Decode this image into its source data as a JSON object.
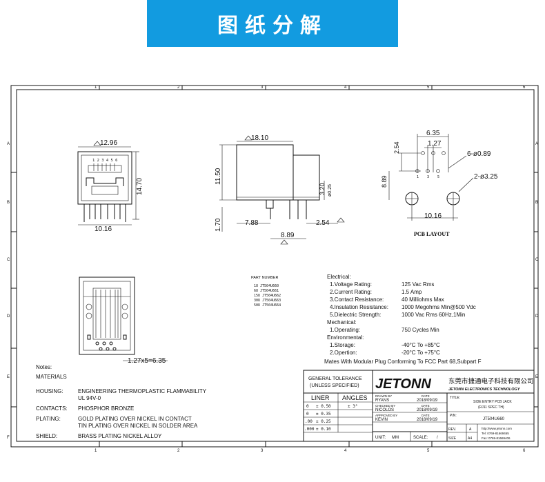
{
  "banner": {
    "title": "图纸分解"
  },
  "border": {
    "columns": [
      "1",
      "2",
      "3",
      "4",
      "5",
      "6"
    ],
    "rows": [
      "A",
      "B",
      "C",
      "D",
      "E",
      "F"
    ]
  },
  "front_view": {
    "top_dim": "12.96",
    "side_dim": "14.70",
    "bottom_dim": "10.16",
    "pins_label": "1 2 3 4 5 6"
  },
  "side_view": {
    "top_dim": "18.10",
    "height_dim": "11.50",
    "pin_dim": "1.70",
    "dim_a": "7.88",
    "dim_b": "2.54",
    "dim_c": "8.89",
    "dim_d": "3.20",
    "dim_e": "ø0.25"
  },
  "pcb_layout": {
    "dim_w": "6.35",
    "dim_pitch": "1.27",
    "dim_h1": "2.54",
    "dim_h2": "8.89",
    "hole_small": "6-ø0.89",
    "hole_big": "2-ø3.25",
    "dim_bottom": "10.16",
    "label": "PCB LAYOUT"
  },
  "bottom_view": {
    "pitch_dim": "1.27x5=6.35"
  },
  "part_number": {
    "title": "PART NUMBER",
    "rows": [
      "1U  JT504U660",
      "6U  JT504U661",
      "15U  JT504U662",
      "30U  JT504U663",
      "50U  JT504U664"
    ]
  },
  "specs": {
    "electrical_title": "Electrical:",
    "electrical": [
      {
        "label": "1.Voltage Rating:",
        "value": "125 Vac Rms"
      },
      {
        "label": "2.Current Rating:",
        "value": "1.5 Amp"
      },
      {
        "label": "3.Contact Resistance:",
        "value": "40 Milliohms Max"
      },
      {
        "label": "4.Insulation Resistance:",
        "value": "1000 Megohms Min@500 Vdc"
      },
      {
        "label": "5.Dielectric Strength:",
        "value": "1000 Vac Rms 60Hz,1Min"
      }
    ],
    "mechanical_title": "Mechanical:",
    "mechanical": [
      {
        "label": "1.Operating:",
        "value": "750 Cycles Min"
      }
    ],
    "environmental_title": "Environmental:",
    "environmental": [
      {
        "label": "1.Storage:",
        "value": "-40°C To +85°C"
      },
      {
        "label": "2.Opertion:",
        "value": "-20°C To +75°C"
      }
    ],
    "mates": "Mates With Modular Plug Conforming To FCC Part 68,Subpart F"
  },
  "notes": {
    "title": "Notes:",
    "materials": "MATERIALS",
    "items": [
      {
        "label": "HOUSING:",
        "value": "ENGINEERING THERMOPLASTIC FLAMMABILITY",
        "value2": "UL 94V-0"
      },
      {
        "label": "CONTACTS:",
        "value": "PHOSPHOR BRONZE",
        "value2": ""
      },
      {
        "label": "PLATING:",
        "value": "GOLD PLATING OVER NICKEL IN CONTACT",
        "value2": "TIN PLATING OVER NICKEL IN SOLDER AREA"
      },
      {
        "label": "SHIELD:",
        "value": "BRASS PLATING NICKEL ALLOY",
        "value2": ""
      }
    ]
  },
  "title_block": {
    "tolerance_title": "GENERAL TOLERANCE",
    "tolerance_sub": "(UNLESS SPECIFIED)",
    "liner": "LINER",
    "angles": "ANGLES",
    "tol_rows": [
      {
        "prec": "0",
        "val": "± 0.50",
        "ang": "± 3°"
      },
      {
        "prec": "0",
        "val": "± 0.35",
        "ang": ""
      },
      {
        "prec": ".00",
        "val": "± 0.25",
        "ang": ""
      },
      {
        "prec": ".000",
        "val": "± 0.10",
        "ang": ""
      }
    ],
    "brand": "JETONN",
    "company_cn": "东莞市捷通电子科技有限公司",
    "company_en": "JETONN ELECTRONICS TECHNOLOGY",
    "drawn_label": "DRAWN BY",
    "drawn_name": "RYANS",
    "drawn_date_label": "DATE",
    "drawn_date": "2018/09/19",
    "checked_label": "CHECKED BY",
    "checked_name": "NICOLOS",
    "checked_date_label": "DATE",
    "checked_date": "2018/09/19",
    "approved_label": "APPROVED BY",
    "approved_name": "KEVIN",
    "approved_date_label": "DATE",
    "approved_date": "2018/09/19",
    "unit_label": "UNIT:",
    "unit": "MM",
    "scale_label": "SCALE:",
    "scale": "/",
    "title_label": "TITLE:",
    "title_1": "SIDE ENTRY PCB JACK",
    "title_2": "(RJ11  SPEC TH)",
    "pn_label": "P/N:",
    "pn": "JT504U660",
    "rev_label": "REV.",
    "rev": "A",
    "size_label": "SIZE",
    "size": "A4",
    "website": "http://www.jetonn.com",
    "tel": "Tel:  0769-81669465",
    "fax": "Fax:  0769-81669406"
  }
}
